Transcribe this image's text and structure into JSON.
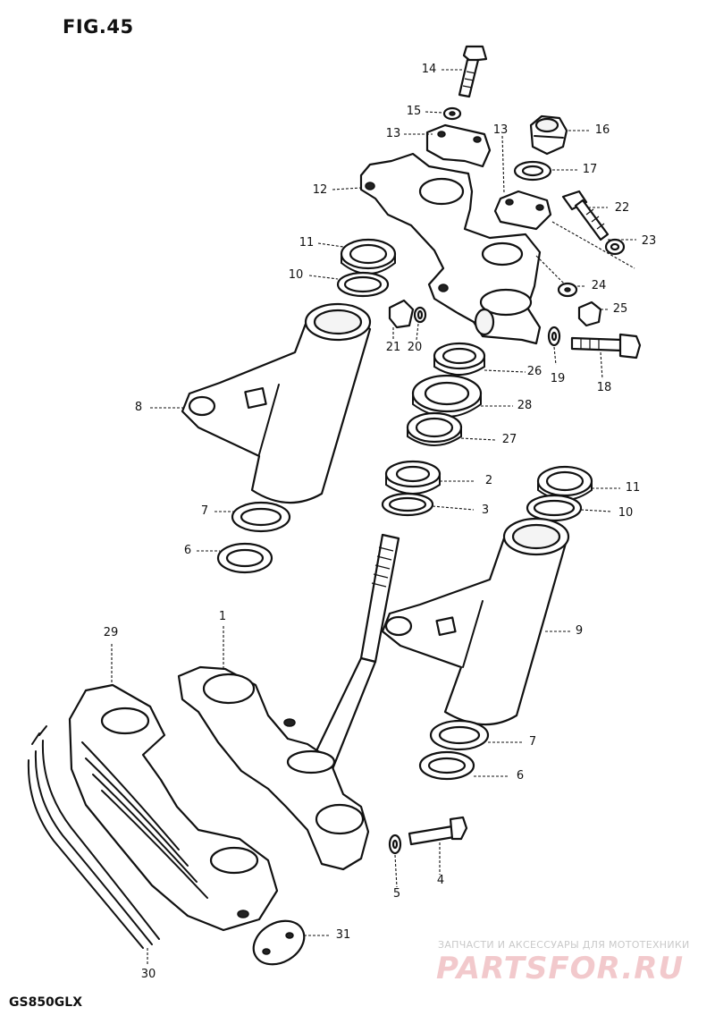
{
  "figure": {
    "title": "FIG.45",
    "model": "GS850GLX"
  },
  "watermark": {
    "caption": "ЗАПЧАСТИ И АКСЕССУАРЫ ДЛЯ МОТОТЕХНИКИ",
    "logo": "PARTSFOR.RU"
  },
  "callouts": [
    {
      "id": "c14",
      "label": "14"
    },
    {
      "id": "c15",
      "label": "15"
    },
    {
      "id": "c13a",
      "label": "13"
    },
    {
      "id": "c13b",
      "label": "13"
    },
    {
      "id": "c16",
      "label": "16"
    },
    {
      "id": "c17",
      "label": "17"
    },
    {
      "id": "c12",
      "label": "12"
    },
    {
      "id": "c22",
      "label": "22"
    },
    {
      "id": "c23",
      "label": "23"
    },
    {
      "id": "c11a",
      "label": "11"
    },
    {
      "id": "c10a",
      "label": "10"
    },
    {
      "id": "c24",
      "label": "24"
    },
    {
      "id": "c25",
      "label": "25"
    },
    {
      "id": "c21",
      "label": "21"
    },
    {
      "id": "c20",
      "label": "20"
    },
    {
      "id": "c19",
      "label": "19"
    },
    {
      "id": "c18",
      "label": "18"
    },
    {
      "id": "c26",
      "label": "26"
    },
    {
      "id": "c8",
      "label": "8"
    },
    {
      "id": "c28",
      "label": "28"
    },
    {
      "id": "c27",
      "label": "27"
    },
    {
      "id": "c2",
      "label": "2"
    },
    {
      "id": "c3",
      "label": "3"
    },
    {
      "id": "c11b",
      "label": "11"
    },
    {
      "id": "c10b",
      "label": "10"
    },
    {
      "id": "c7a",
      "label": "7"
    },
    {
      "id": "c6a",
      "label": "6"
    },
    {
      "id": "c9",
      "label": "9"
    },
    {
      "id": "c29",
      "label": "29"
    },
    {
      "id": "c1",
      "label": "1"
    },
    {
      "id": "c7b",
      "label": "7"
    },
    {
      "id": "c6b",
      "label": "6"
    },
    {
      "id": "c4",
      "label": "4"
    },
    {
      "id": "c5",
      "label": "5"
    },
    {
      "id": "c31",
      "label": "31"
    },
    {
      "id": "c30",
      "label": "30"
    }
  ]
}
